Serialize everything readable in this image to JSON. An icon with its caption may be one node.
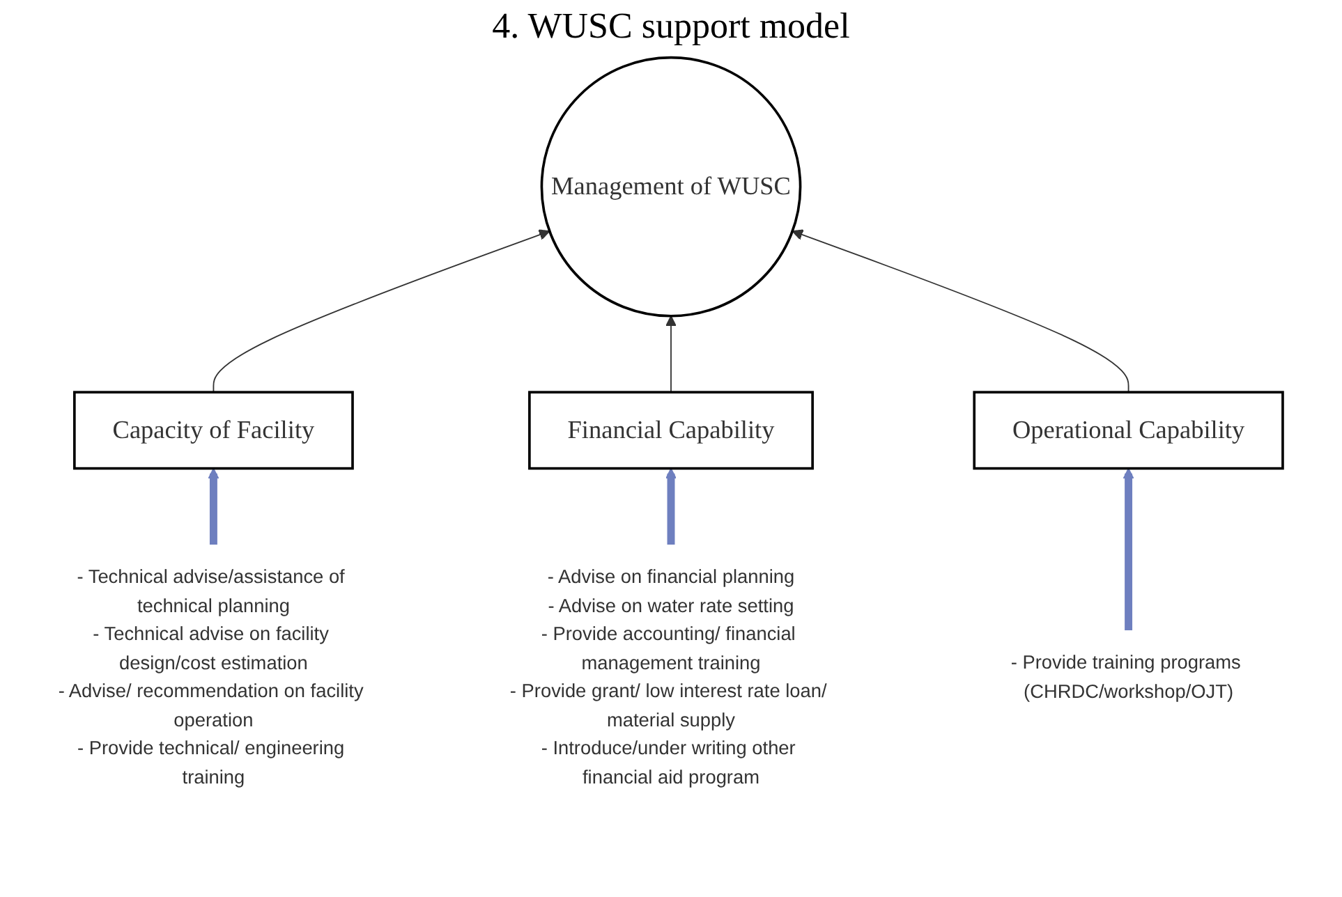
{
  "diagram": {
    "title": "4. WUSC support model",
    "nodes": [
      {
        "text": [
          "Capacity of Facility"
        ]
      },
      {
        "text": [
          "Management of WUSC"
        ]
      },
      {
        "text": [
          "Financial Capability"
        ]
      },
      {
        "text": [
          "Operational Capability"
        ]
      },
      {
        "text": [
          "- Technical advise/assistance of technical planning",
          "- Technical advise on facility design/cost estimation",
          "- Advise/ recommendation on facility operation",
          "- Provide technical/ engineering training"
        ]
      },
      {
        "text": [
          "- Provide training programs (CHRDC/workshop/OJT)"
        ]
      },
      {
        "text": [
          "- Advise on financial planning",
          "- Advise on water rate setting",
          "- Provide accounting/ financial management training",
          "- Provide grant/ low interest rate loan/ material supply",
          "- Introduce/under writing other financial aid program"
        ]
      }
    ],
    "edges": [
      {
        "from": 0,
        "to": 1,
        "arrow": "to"
      },
      {
        "from": 2,
        "to": 1,
        "arrow": "to"
      },
      {
        "from": 3,
        "to": 1,
        "arrow": "to"
      },
      {
        "from": 4,
        "to": 0,
        "arrow": "to",
        "style": "thick",
        "color": "#6e7fbf"
      },
      {
        "from": 5,
        "to": 3,
        "arrow": "to",
        "style": "thick",
        "color": "#6e7fbf"
      },
      {
        "from": 6,
        "to": 2,
        "arrow": "to",
        "style": "thick",
        "color": "#6e7fbf"
      }
    ]
  }
}
